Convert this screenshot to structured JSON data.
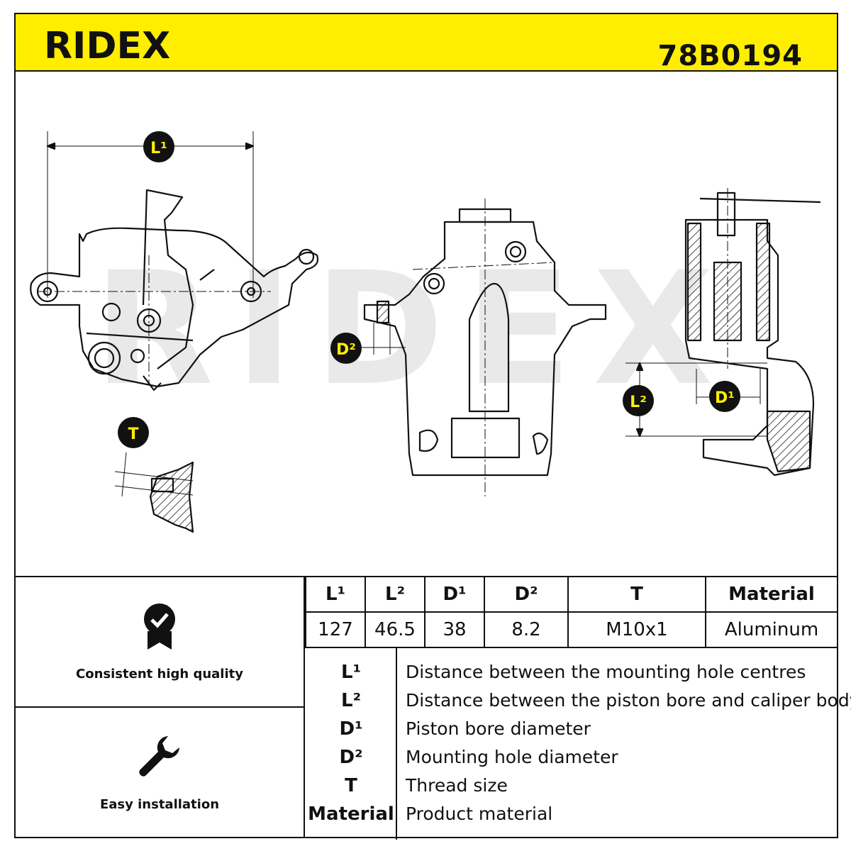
{
  "header": {
    "brand": "RIDEX",
    "part_number": "78B0194",
    "background_color": "#ffee00"
  },
  "drawing": {
    "callouts": {
      "l1": "L¹",
      "l2": "L²",
      "d1": "D¹",
      "d2": "D²",
      "t": "T"
    },
    "watermark": "RIDEX"
  },
  "features": [
    {
      "icon": "quality-badge-icon",
      "label": "Consistent high quality"
    },
    {
      "icon": "wrench-icon",
      "label": "Easy installation"
    }
  ],
  "spec_table": {
    "headers": [
      "L¹",
      "L²",
      "D¹",
      "D²",
      "T",
      "Material"
    ],
    "values": [
      "127",
      "46.5",
      "38",
      "8.2",
      "M10x1",
      "Aluminum"
    ]
  },
  "legend": [
    {
      "key": "L¹",
      "description": "Distance between the mounting hole centres"
    },
    {
      "key": "L²",
      "description": "Distance between the piston bore and caliper body"
    },
    {
      "key": "D¹",
      "description": "Piston bore diameter"
    },
    {
      "key": "D²",
      "description": "Mounting hole diameter"
    },
    {
      "key": "T",
      "description": "Thread size"
    },
    {
      "key": "Material",
      "description": "Product material"
    }
  ]
}
